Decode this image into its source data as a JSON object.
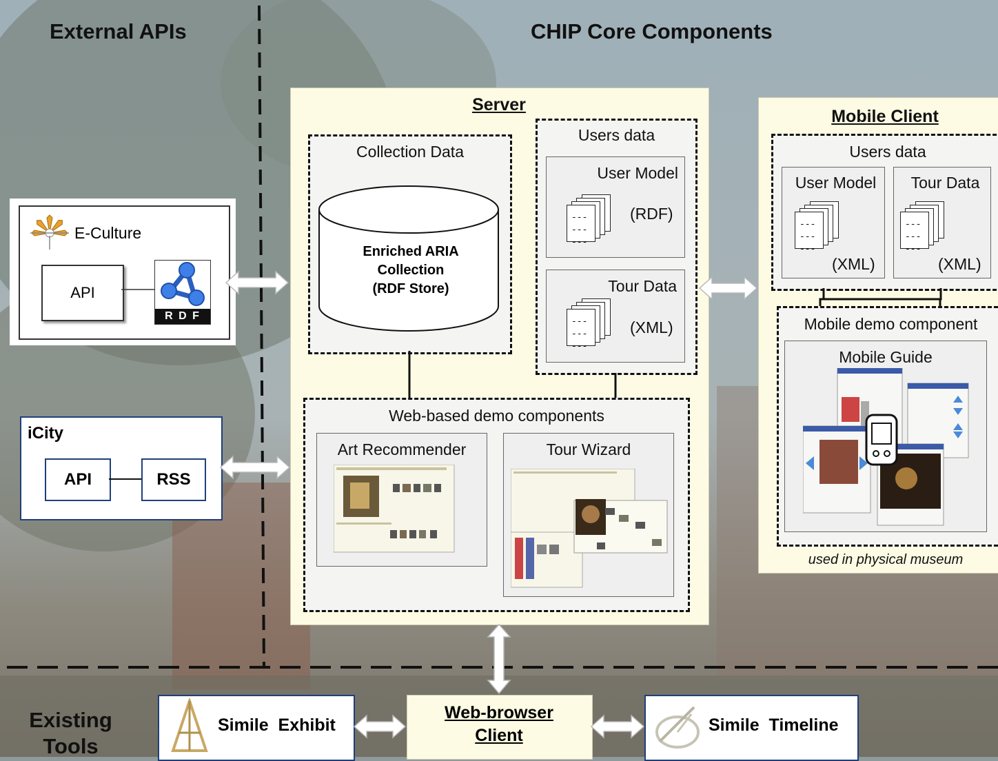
{
  "sections": {
    "external": "External APIs",
    "core": "CHIP Core Components",
    "existing": "Existing Tools"
  },
  "server": {
    "title": "Server",
    "collection_title": "Collection Data",
    "cylinder_text": [
      "Enriched ARIA",
      "Collection",
      "(RDF Store)"
    ],
    "users_title": "Users data",
    "user_model": "User Model",
    "user_model_format": "(RDF)",
    "tour_data": "Tour Data",
    "tour_data_format": "(XML)",
    "web_title": "Web-based demo components",
    "art_recommender": "Art Recommender",
    "tour_wizard": "Tour Wizard"
  },
  "mobile": {
    "title": "Mobile Client",
    "users_title": "Users data",
    "user_model": "User Model",
    "user_model_format": "(XML)",
    "tour_data": "Tour Data",
    "tour_data_format": "(XML)",
    "demo_title": "Mobile demo component",
    "guide_title": "Mobile Guide",
    "caption": "used in physical museum"
  },
  "eculture": {
    "name": "E-Culture",
    "api": "API",
    "rdf": "R D F"
  },
  "icity": {
    "name": "iCity",
    "api": "API",
    "rss": "RSS"
  },
  "doc_dashes": "---",
  "tools": {
    "exhibit": "Simile  Exhibit",
    "browser_line1": "Web-browser",
    "browser_line2": "Client",
    "timeline": "Simile  Timeline"
  },
  "colors": {
    "cream": "#fdfbe3",
    "panel": "#efefef",
    "navy_border": "#1f3f7a",
    "rdf_blue": "#2f6fd6"
  }
}
